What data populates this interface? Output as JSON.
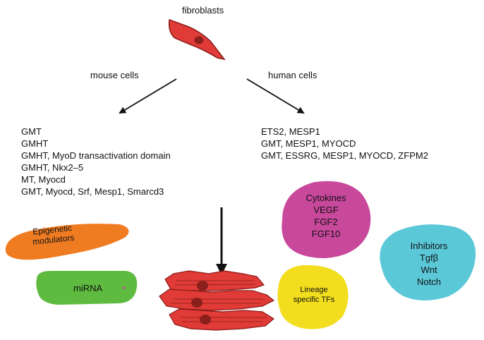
{
  "top_label": "fibroblasts",
  "branches": {
    "mouse": "mouse cells",
    "human": "human cells"
  },
  "mouse_list": [
    "GMT",
    "GMHT",
    "GMHT, MyoD transactivation domain",
    "GMHT, Nkx2–5",
    "MT, Myocd",
    "GMT, Myocd, Srf, Mesp1, Smarcd3"
  ],
  "human_list": [
    "ETS2, MESP1",
    "GMT, MESP1, MYOCD",
    "GMT, ESSRG, MESP1, MYOCD, ZFPM2"
  ],
  "blobs": {
    "epigenetic": {
      "line1": "Epigenetic",
      "line2": "modulators",
      "color": "#f07c22"
    },
    "mirna": {
      "label": "miRNA",
      "color": "#5fbb3f"
    },
    "cytokines": {
      "title": "Cytokines",
      "items": [
        "VEGF",
        "FGF2",
        "FGF10"
      ],
      "color": "#c8489c"
    },
    "lineage": {
      "line1": "Lineage",
      "line2": "specific TFs",
      "color": "#f2dd1e"
    },
    "inhibitors": {
      "title": "Inhibitors",
      "items": [
        "Tgfβ",
        "Wnt",
        "Notch"
      ],
      "color": "#5bc8d8"
    }
  },
  "colors": {
    "cell_fill": "#e03b36",
    "cell_stroke": "#8a1c1a",
    "nucleus": "#8a1f1c"
  }
}
